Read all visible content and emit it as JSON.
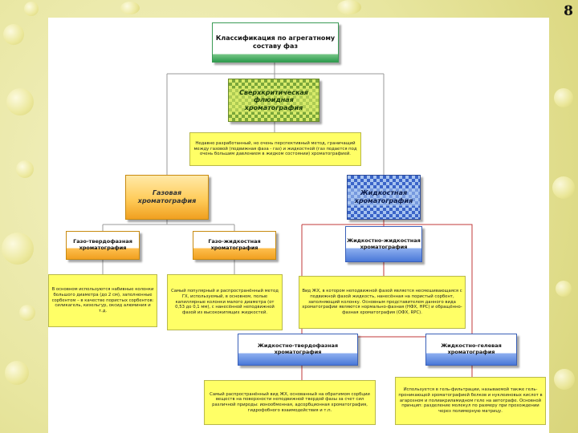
{
  "slide_number": "8",
  "nodes": {
    "root": "Классификация по агрегатному составу фаз",
    "supercritical": "Сверхкритическая флюидная хроматография",
    "supercritical_desc": "Недавно разработанный, но очень перспективный метод, граничащий между газовой (подвижная фаза - газ) и жидкостной (газ подается под очень большим давлением в жидком состоянии) хроматографией.",
    "gas": "Газовая хроматография",
    "liquid": "Жидкостная хроматография",
    "gas_solid": "Газо-твердофазная хроматография",
    "gas_liquid": "Газо-жидкостная хроматография",
    "gas_solid_desc": "В основном используются набивные колонки большого диаметра (до 2 см), заполненные сорбентом – в качестве пористых сорбентов: силикагель, кизельгур, оксид алюминия и т.д.",
    "gas_liquid_desc": "Самый популярный и распространённый метод ГХ, используемый, в основном, полые капиллярные колонки малого диаметра (от 0,53 до 0,1 мм), с нанесённой неподвижной фазой из высококипящих жидкостей.",
    "liquid_liquid": "Жидкостно-жидкостная хроматография",
    "liquid_liquid_desc": "Вид ЖХ, в котором неподвижной фазой является несмешивающаяся с подвижной фазой жидкость, нанесённая на пористый сорбент, заполняющий колонку. Основным представителем данного вида хроматографии являются нормально-фазная (НФХ, НРС) и обращённо-фазная хроматография (ОФХ, RPC).",
    "liquid_solid": "Жидкостно-твердофазная хроматография",
    "liquid_gel": "Жидкостно-гелевая хроматография",
    "liquid_solid_desc": "Самый распространённый вид ЖХ, основанный на обратимом сорбции веществ на поверхности неподвижной твердой фазы за счет сил различной природы: ионообменная, адсорбционная хроматография, гидрофобного взаимодействия и т.п.",
    "liquid_gel_desc": "Используется в гель-фильтрации, называемой также гель-проникающей хроматографией белков и нуклеиновых кислот в агарозном и полиакриламидном геле на автографе. Основной принцип: разделение молекул по размеру при прохождении через полимерную матрицу."
  }
}
